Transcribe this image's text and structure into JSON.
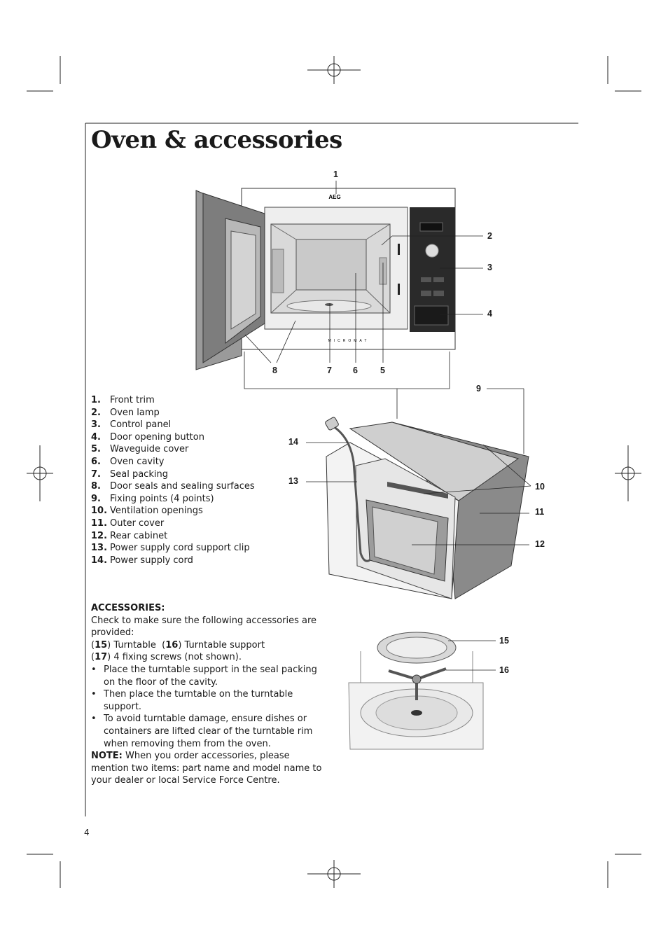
{
  "title": "Oven & accessories",
  "parts": [
    {
      "num": "1.",
      "label": "Front trim"
    },
    {
      "num": "2.",
      "label": "Oven lamp"
    },
    {
      "num": "3.",
      "label": "Control panel"
    },
    {
      "num": "4.",
      "label": "Door opening button"
    },
    {
      "num": "5.",
      "label": "Waveguide cover"
    },
    {
      "num": "6.",
      "label": "Oven cavity"
    },
    {
      "num": "7.",
      "label": "Seal packing"
    },
    {
      "num": "8.",
      "label": "Door seals and sealing surfaces"
    },
    {
      "num": "9.",
      "label": "Fixing points (4 points)"
    },
    {
      "num": "10.",
      "label": "Ventilation openings"
    },
    {
      "num": "11.",
      "label": "Outer cover"
    },
    {
      "num": "12.",
      "label": "Rear cabinet"
    },
    {
      "num": "13.",
      "label": "Power supply cord support clip"
    },
    {
      "num": "14.",
      "label": "Power supply cord"
    }
  ],
  "accessories": {
    "heading": "ACCESSORIES:",
    "intro": "Check to make sure the following accessories are provided:",
    "item1_num": "15",
    "item1_label": "Turntable",
    "item2_num": "16",
    "item2_label": "Turntable support",
    "item3_num": "17",
    "item3_label": "4 fixing screws (not shown).",
    "bullets": [
      "Place the turntable support in the seal packing on the floor of the cavity.",
      "Then place the turntable on the turntable support.",
      "To avoid turntable damage, ensure dishes or containers are lifted clear of the turntable rim when removing them from the oven."
    ],
    "note_label": "NOTE:",
    "note_text": "When you order accessories, please mention two items: part name and model name to your dealer or local Service Force Centre."
  },
  "figure": {
    "brand": "AEG",
    "model": "MICROMAT",
    "callouts": [
      "1",
      "2",
      "3",
      "4",
      "5",
      "6",
      "7",
      "8",
      "9",
      "10",
      "11",
      "12",
      "13",
      "14",
      "15",
      "16"
    ]
  },
  "page_number": "4"
}
